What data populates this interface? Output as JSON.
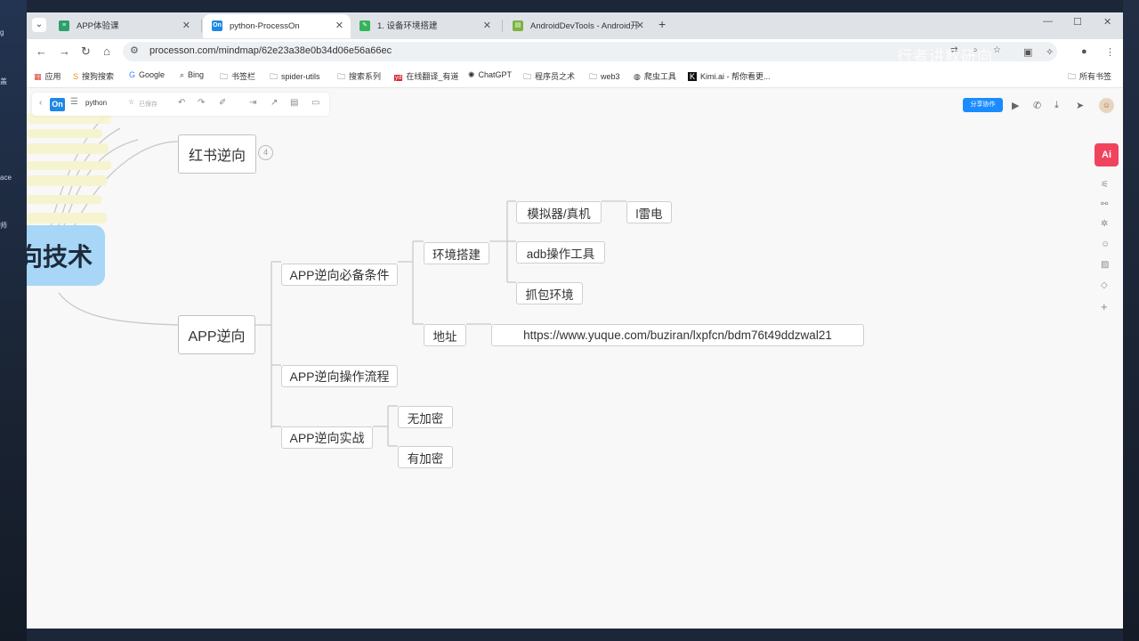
{
  "desktop": {
    "left_labels": [
      "g",
      "盖",
      "ace",
      "师"
    ]
  },
  "browser": {
    "tabs": [
      {
        "title": "APP体验课",
        "favicon_color": "#2e9e6e",
        "favicon_char": "≡"
      },
      {
        "title": "python-ProcessOn",
        "favicon_color": "#1e88e5",
        "favicon_char": "On"
      },
      {
        "title": "1. 设备环境搭建",
        "favicon_color": "#35b35a",
        "favicon_char": "✎"
      },
      {
        "title": "AndroidDevTools - Android开",
        "favicon_color": "#7cb342",
        "favicon_char": "▤"
      }
    ],
    "new_tab": "+",
    "window_controls": [
      "—",
      "☐",
      "✕"
    ],
    "url": "processon.com/mindmap/62e23a38e0b34d06e56a66ec",
    "watermark": "行者讲教研向",
    "bookmarks": [
      {
        "label": "应用",
        "icon": "▦"
      },
      {
        "label": "搜狗搜索",
        "icon": "S"
      },
      {
        "label": "Google",
        "icon": "G"
      },
      {
        "label": "Bing",
        "icon": "⌕"
      },
      {
        "label": "书签栏",
        "icon": "🗀"
      },
      {
        "label": "spider-utils",
        "icon": "🗀"
      },
      {
        "label": "搜索系列",
        "icon": "🗀"
      },
      {
        "label": "在线翻译_有道",
        "icon": "yd"
      },
      {
        "label": "ChatGPT",
        "icon": "✺"
      },
      {
        "label": "程序员之术",
        "icon": "🗀"
      },
      {
        "label": "web3",
        "icon": "🗀"
      },
      {
        "label": "爬虫工具",
        "icon": "◍"
      },
      {
        "label": "Kimi.ai - 帮你看更...",
        "icon": "K"
      }
    ],
    "all_bookmarks": "所有书签"
  },
  "editor": {
    "logo": "On",
    "doc_name": "python",
    "saved_status": "已保存",
    "share_button": "分享协作",
    "ai_button": "Ai",
    "avatar": "☺"
  },
  "mindmap": {
    "root_label": "向技术",
    "nodes": {
      "hongshu": "红书逆向",
      "hongshu_badge": "4",
      "app_reverse": "APP逆向",
      "prereq": "APP逆向必备条件",
      "env_setup": "环境搭建",
      "emulator": "模拟器/真机",
      "leidian": "l雷电",
      "adb_tools": "adb操作工具",
      "capture_env": "抓包环境",
      "address": "地址",
      "url": "https://www.yuque.com/buziran/lxpfcn/bdm76t49ddzwal21",
      "workflow": "APP逆向操作流程",
      "practice": "APP逆向实战",
      "no_encrypt": "无加密",
      "has_encrypt": "有加密"
    }
  }
}
